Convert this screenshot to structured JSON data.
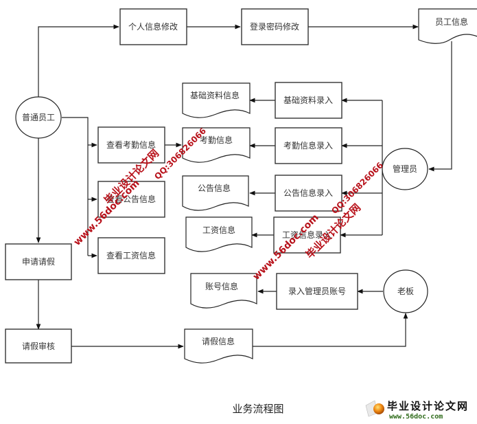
{
  "diagram": {
    "caption": "业务流程图",
    "actors": {
      "employee": "普通员工",
      "admin": "管理员",
      "boss": "老板"
    },
    "processes": {
      "personal_info_edit": "个人信息修改",
      "password_edit": "登录密码修改",
      "view_attendance": "查看考勤信息",
      "view_notice": "查看公告信息",
      "view_salary": "查看工资信息",
      "apply_leave": "申请请假",
      "leave_review": "请假审核",
      "basic_info_entry": "基础资料录入",
      "attendance_entry": "考勤信息录入",
      "notice_entry": "公告信息录入",
      "salary_entry": "工资信息录入",
      "admin_account_entry": "录入管理员账号"
    },
    "documents": {
      "employee_info": "员工信息",
      "basic_info": "基础资料信息",
      "attendance_info": "考勤信息",
      "notice_info": "公告信息",
      "salary_info": "工资信息",
      "account_info": "账号信息",
      "leave_info": "请假信息"
    },
    "flows": [
      [
        "普通员工",
        "个人信息修改"
      ],
      [
        "个人信息修改",
        "登录密码修改"
      ],
      [
        "登录密码修改",
        "员工信息"
      ],
      [
        "员工信息",
        "管理员"
      ],
      [
        "普通员工",
        "查看考勤信息"
      ],
      [
        "普通员工",
        "查看公告信息"
      ],
      [
        "普通员工",
        "查看工资信息"
      ],
      [
        "查看考勤信息",
        "考勤信息"
      ],
      [
        "普通员工",
        "申请请假"
      ],
      [
        "申请请假",
        "请假审核"
      ],
      [
        "请假审核",
        "请假信息"
      ],
      [
        "请假信息",
        "老板"
      ],
      [
        "管理员",
        "基础资料录入"
      ],
      [
        "管理员",
        "考勤信息录入"
      ],
      [
        "管理员",
        "公告信息录入"
      ],
      [
        "管理员",
        "工资信息录入"
      ],
      [
        "基础资料录入",
        "基础资料信息"
      ],
      [
        "考勤信息录入",
        "考勤信息"
      ],
      [
        "公告信息录入",
        "公告信息"
      ],
      [
        "工资信息录入",
        "工资信息"
      ],
      [
        "老板",
        "录入管理员账号"
      ],
      [
        "录入管理员账号",
        "账号信息"
      ]
    ]
  },
  "watermarks": {
    "site_cn": "毕业设计论文网",
    "site_url": "www.56doc.com",
    "qq": "QQ:306826066"
  },
  "logo": {
    "name": "毕业设计论文网",
    "url": "www.56doc.com"
  }
}
